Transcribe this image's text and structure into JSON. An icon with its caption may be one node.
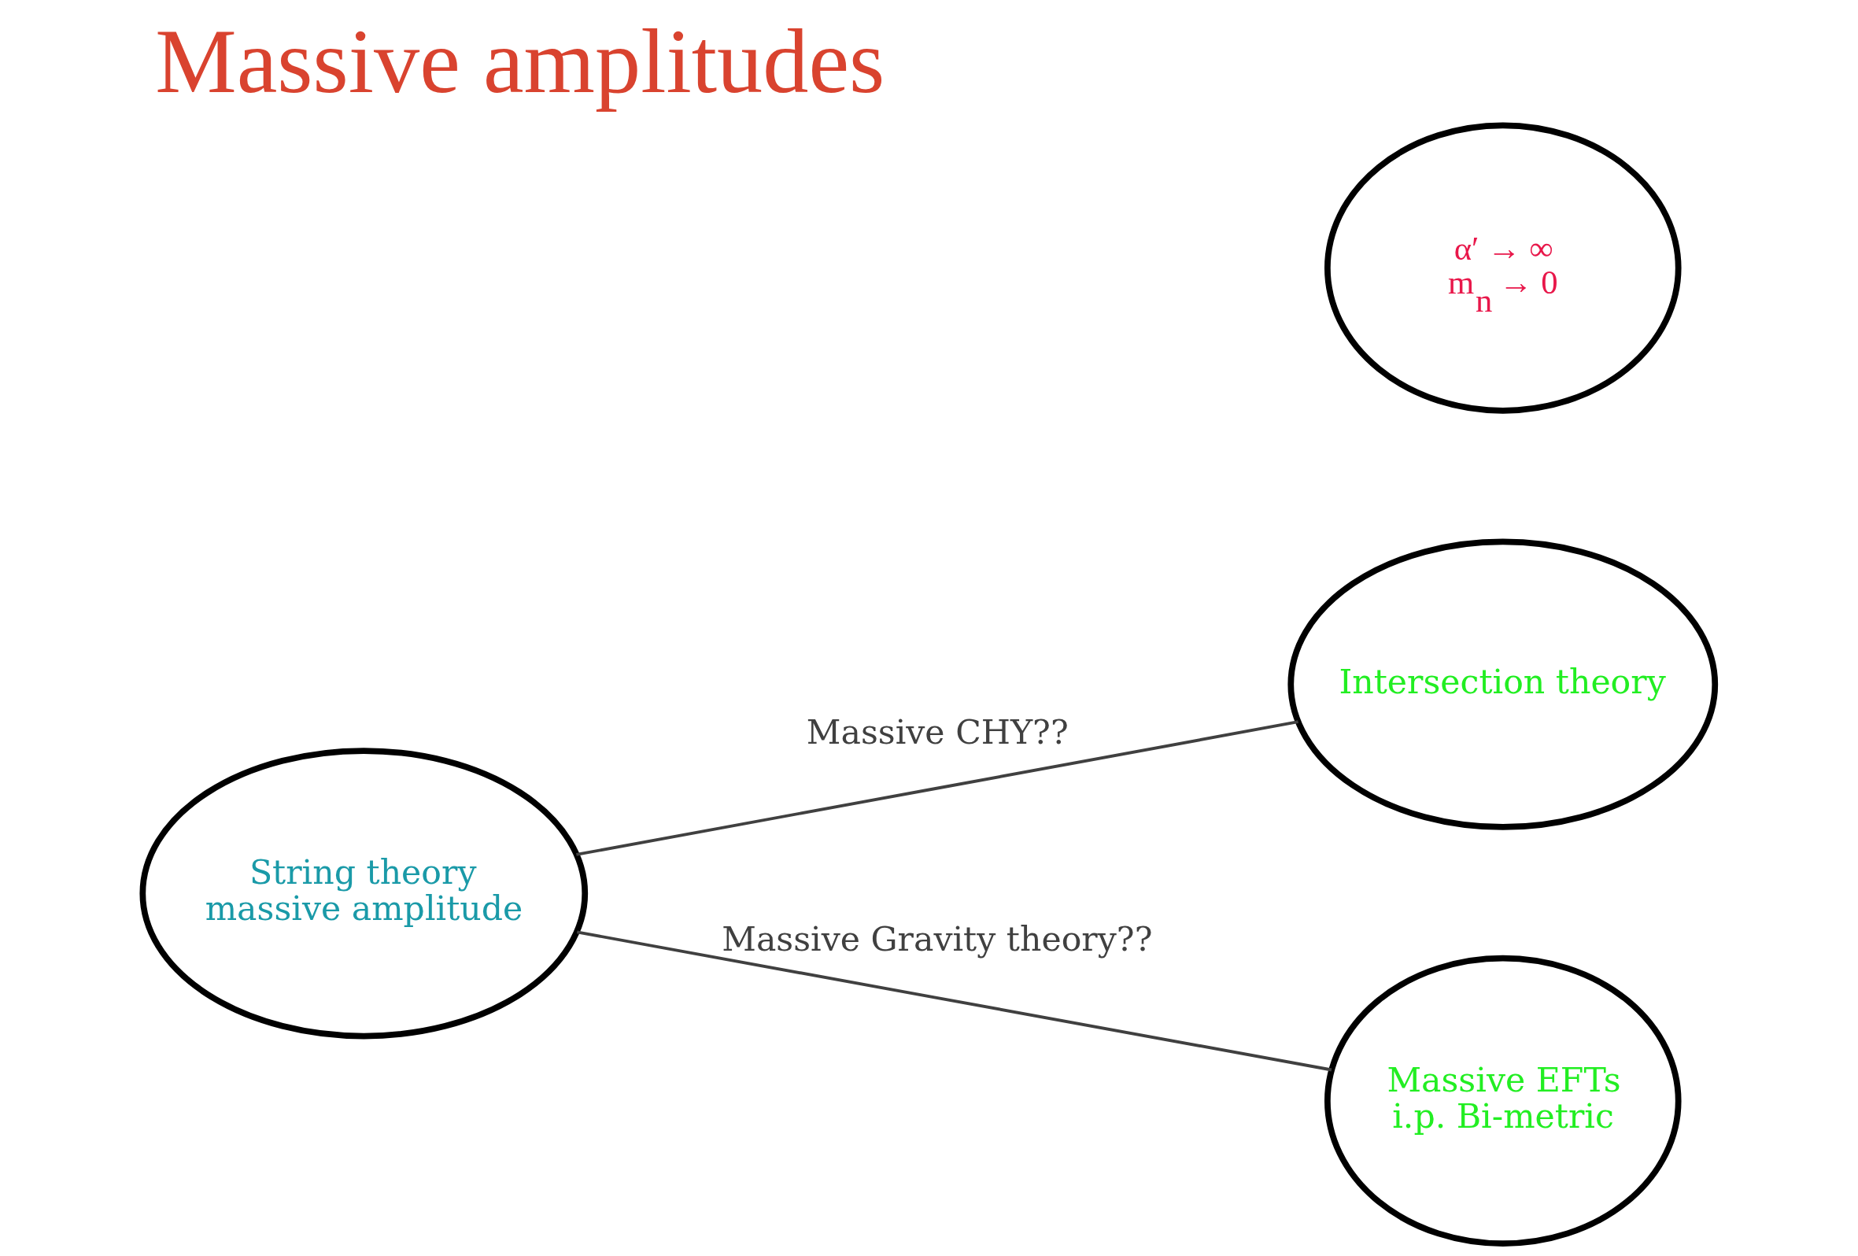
{
  "diagram": {
    "title": "Massive amplitudes",
    "nodes": [
      {
        "text": [
          "String theory massive amplitude"
        ]
      },
      {
        "text": [
          "Intersection theory"
        ]
      },
      {
        "text": [
          "Massive EFTs i.p. Bi-metric"
        ]
      },
      {
        "text": [
          "α′ → ∞",
          "m$_{n}$ → 0"
        ]
      }
    ],
    "edges": [
      {
        "from": 0,
        "to": 1,
        "arrow": "none",
        "label": "Massive CHY??"
      },
      {
        "from": 0,
        "to": 2,
        "arrow": "none",
        "label": "Massive Gravity theory??"
      }
    ]
  }
}
